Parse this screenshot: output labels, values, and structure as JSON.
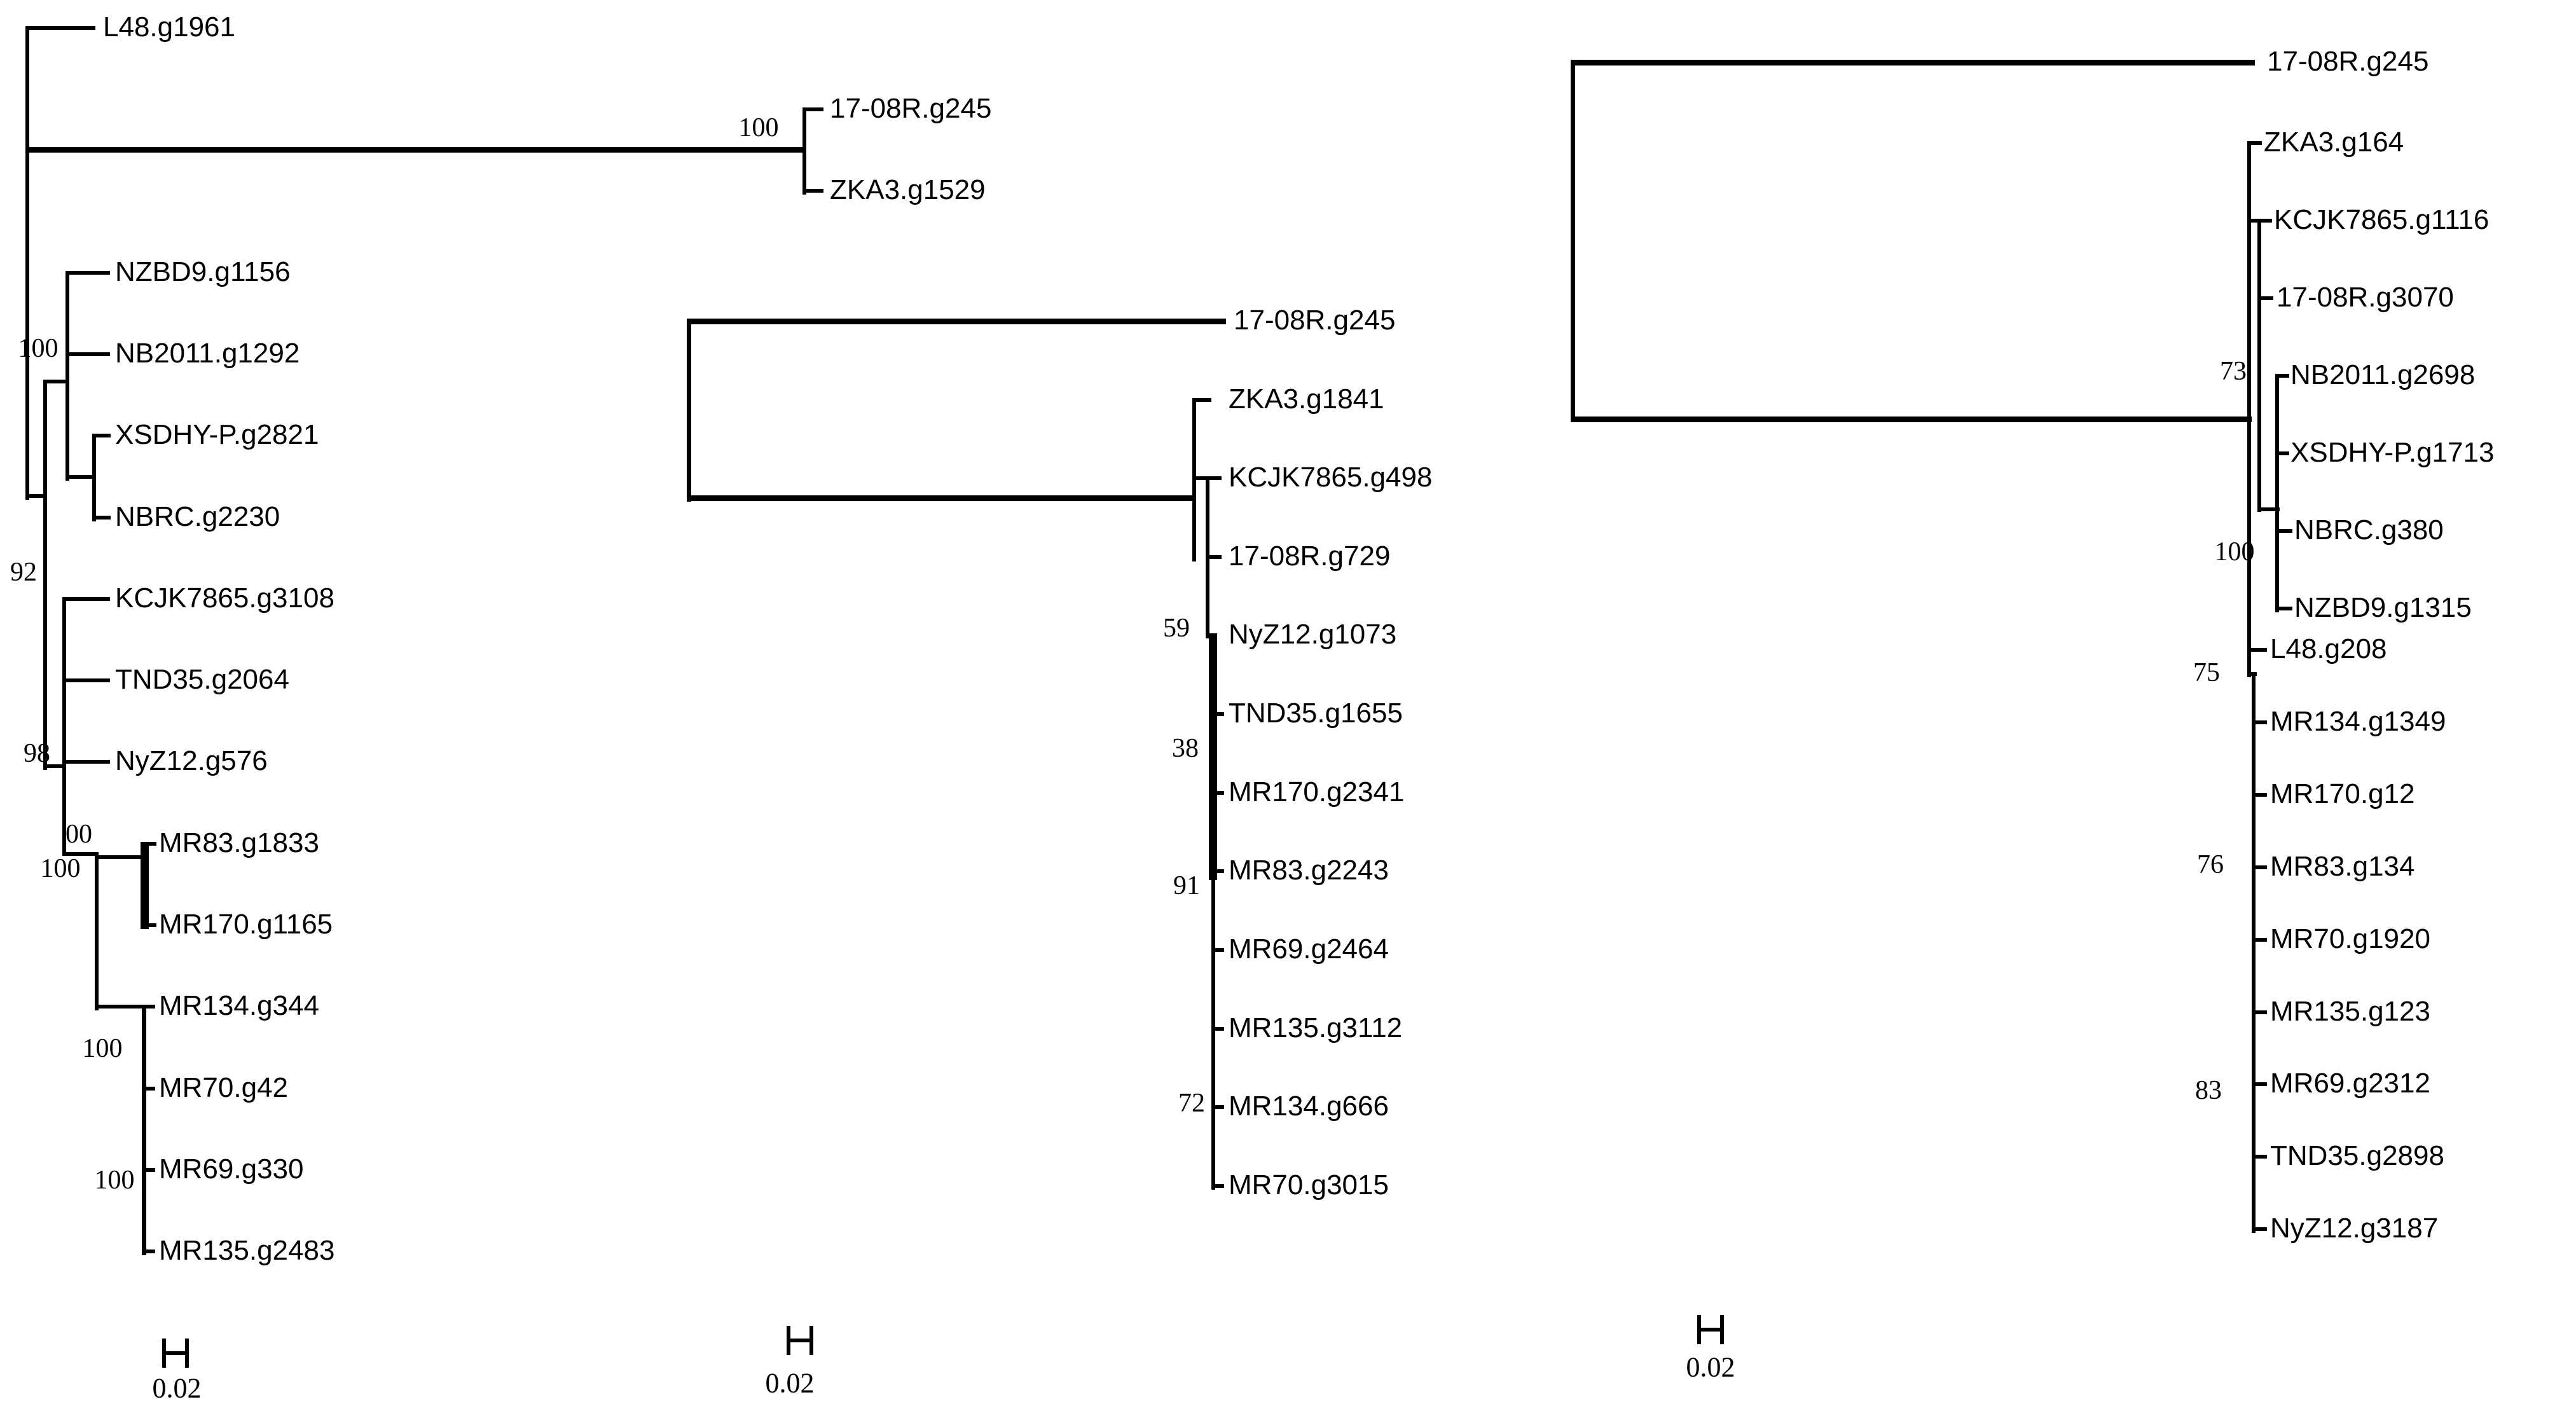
{
  "figure": {
    "background_color": "#ffffff",
    "line_color": "#000000",
    "description": "Three maximum-likelihood phylogenetic gene trees with bootstrap support values and scale bars"
  },
  "trees": [
    {
      "name": "tree-1",
      "tips": [
        "L48.g1961",
        "17-08R.g245",
        "ZKA3.g1529",
        "NZBD9.g1156",
        "NB2011.g1292",
        "XSDHY-P.g2821",
        "NBRC.g2230",
        "KCJK7865.g3108",
        "TND35.g2064",
        "NyZ12.g576",
        "MR83.g1833",
        "MR170.g1165",
        "MR134.g344",
        "MR70.g42",
        "MR69.g330",
        "MR135.g2483"
      ],
      "supports": [
        "100",
        "100",
        "92",
        "98",
        "00",
        "100",
        "100",
        "100"
      ],
      "scale_value": "0.02"
    },
    {
      "name": "tree-2",
      "tips": [
        "17-08R.g245",
        "ZKA3.g1841",
        "KCJK7865.g498",
        "17-08R.g729",
        "NyZ12.g1073",
        "TND35.g1655",
        "MR170.g2341",
        "MR83.g2243",
        "MR69.g2464",
        "MR135.g3112",
        "MR134.g666",
        "MR70.g3015"
      ],
      "supports": [
        "59",
        "38",
        "91",
        "72"
      ],
      "scale_value": "0.02"
    },
    {
      "name": "tree-3",
      "tips": [
        "17-08R.g245",
        "ZKA3.g164",
        "KCJK7865.g1116",
        "17-08R.g3070",
        "NB2011.g2698",
        "XSDHY-P.g1713",
        "NBRC.g380",
        "NZBD9.g1315",
        "L48.g208",
        "MR134.g1349",
        "MR170.g12",
        "MR83.g134",
        "MR70.g1920",
        "MR135.g123",
        "MR69.g2312",
        "TND35.g2898",
        "NyZ12.g3187"
      ],
      "supports": [
        "73",
        "100",
        "75",
        "76",
        "83"
      ],
      "scale_value": "0.02"
    }
  ]
}
